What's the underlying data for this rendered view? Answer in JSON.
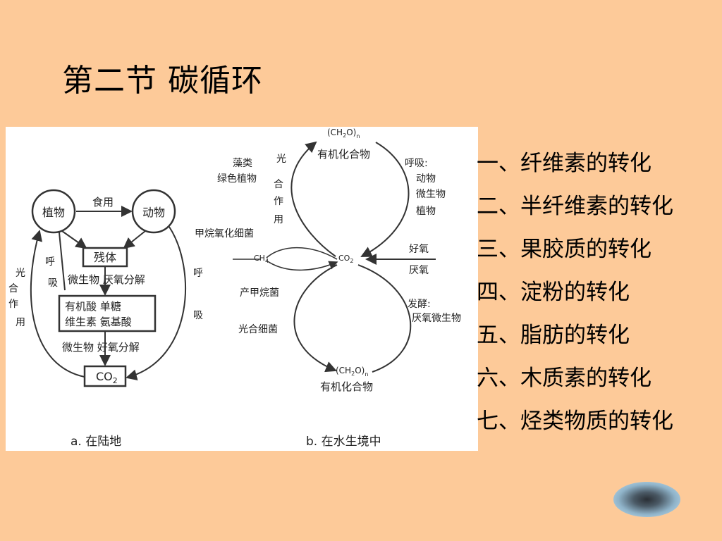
{
  "slide": {
    "title": "第二节 碳循环",
    "background_color": "#fdca99"
  },
  "figure": {
    "panel_a": {
      "caption": "a. 在陆地",
      "nodes": {
        "plant": "植物",
        "animal": "动物",
        "residue": "残体",
        "organics_line1": "有机酸  单糖",
        "organics_line2": "维生素  氨基酸",
        "co2": "CO",
        "co2_sub": "2"
      },
      "labels": {
        "eat": "食用",
        "micro_anaerobic": "微生物 厌氧分解",
        "micro_aerobic": "微生物  好氧分解",
        "respiration_left": [
          "呼",
          "吸"
        ],
        "photosynthesis": [
          "光",
          "合",
          "作",
          "用"
        ],
        "respiration_right": [
          "呼",
          "吸"
        ]
      }
    },
    "panel_b": {
      "caption": "b. 在水生境中",
      "top_formula": "(CH",
      "top_formula_sub1": "2",
      "top_formula_mid": "O)",
      "top_formula_sub2": "n",
      "top_compound": "有机化合物",
      "bottom_formula": "(CH",
      "bottom_formula_sub1": "2",
      "bottom_formula_mid": "O)",
      "bottom_formula_sub2": "n",
      "bottom_compound": "有机化合物",
      "center_co2": "CO",
      "center_co2_sub": "2",
      "ch4": "CH",
      "ch4_sub": "4",
      "algae": [
        "藻类",
        "绿色植物"
      ],
      "photosynthesis_vertical": [
        "光",
        "合",
        "作",
        "用"
      ],
      "respiration": [
        "呼吸:",
        "动物",
        "微生物",
        "植物"
      ],
      "methanotroph": "甲烷氧化细菌",
      "aerobic": "好氧",
      "anaerobic": "厌氧",
      "methanogen": "产甲烷菌",
      "photosynthetic_bacteria": "光合细菌",
      "fermentation": [
        "发酵:",
        "厌氧微生物"
      ]
    }
  },
  "topics": [
    "一、纤维素的转化",
    "二、半纤维素的转化",
    "三、果胶质的转化",
    "四、淀粉的转化",
    "五、脂肪的转化",
    "六、木质素的转化",
    "七、烃类物质的转化"
  ],
  "nav_button": {
    "icon": "oval-nav-icon"
  }
}
